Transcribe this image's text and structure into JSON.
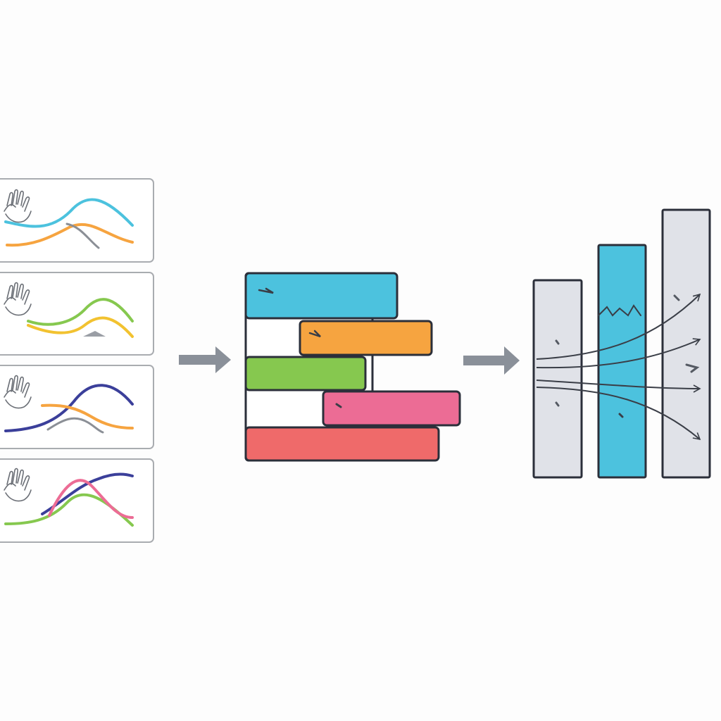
{
  "colors": {
    "background": "#fdfdfd",
    "outline": "#2b2f3a",
    "panel_border": "#a9acb0",
    "sketch": "#6b6f76",
    "arrow": "#8a9099",
    "blue": "#4cc2de",
    "orange": "#f6a440",
    "green": "#86c84f",
    "yellow": "#f2c230",
    "purple": "#3b3f9a",
    "pink": "#ec6c95",
    "red": "#ef6a6a",
    "gray_bar": "#e0e2e8"
  },
  "input_panels": [
    {
      "name": "signal-panel-1",
      "icon": "hand-sketch-icon",
      "curves": [
        "blue",
        "orange"
      ]
    },
    {
      "name": "signal-panel-2",
      "icon": "hand-sketch-icon",
      "curves": [
        "green",
        "yellow"
      ]
    },
    {
      "name": "signal-panel-3",
      "icon": "hand-sketch-icon",
      "curves": [
        "purple",
        "orange"
      ]
    },
    {
      "name": "signal-panel-4",
      "icon": "hand-sketch-icon",
      "curves": [
        "purple",
        "green",
        "pink"
      ]
    }
  ],
  "flow_arrows": [
    "right-arrow-icon",
    "right-arrow-icon"
  ],
  "stacked_blocks": [
    {
      "name": "block-blue",
      "color": "blue"
    },
    {
      "name": "block-orange",
      "color": "orange"
    },
    {
      "name": "block-green",
      "color": "green"
    },
    {
      "name": "block-pink",
      "color": "pink"
    },
    {
      "name": "block-red",
      "color": "red"
    }
  ],
  "output_columns": [
    {
      "name": "column-left",
      "color": "gray_bar"
    },
    {
      "name": "column-middle",
      "color": "blue"
    },
    {
      "name": "column-right",
      "color": "gray_bar"
    }
  ],
  "output_arrows": [
    "curved-arrow-icon",
    "curved-arrow-icon",
    "curved-arrow-icon",
    "curved-arrow-icon"
  ]
}
